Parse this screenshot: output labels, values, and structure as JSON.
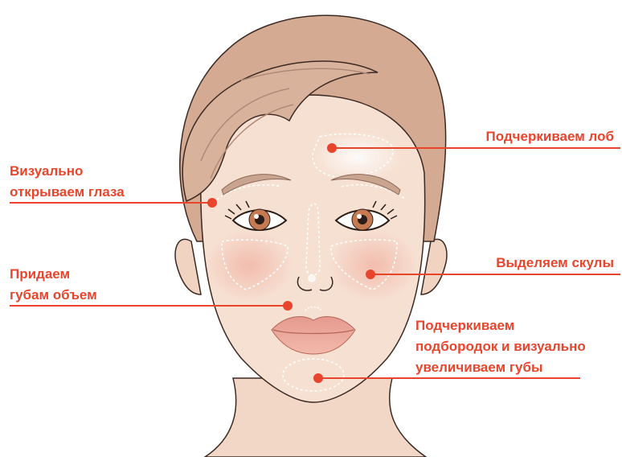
{
  "colors": {
    "accent": "#e8452c",
    "hair": "#d9b29c",
    "skin": "#f6e0d2"
  },
  "labels": {
    "forehead": "Подчеркиваем лоб",
    "eyes": [
      "Визуально",
      "открываем глаза"
    ],
    "cheekbones": "Выделяем скулы",
    "lips": [
      "Придаем",
      "губам объем"
    ],
    "chin": [
      "Подчеркиваем",
      "подбородок и визуально",
      "увеличиваем губы"
    ]
  }
}
